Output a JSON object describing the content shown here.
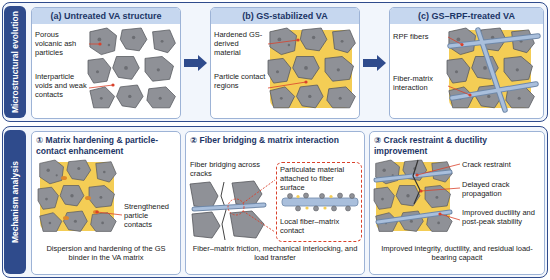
{
  "diagram": {
    "nodes": [
      {
        "text": [
          "Microstructural evolution"
        ]
      },
      {
        "text": [
          "(a) Untreated VA structure",
          "Porous volcanic ash particles",
          "Interparticle voids and weak contacts"
        ],
        "in": 0
      },
      {
        "text": [
          "(b) GS-stabilized VA",
          "Hardened GS-derived material",
          "Particle contact regions"
        ],
        "in": 0
      },
      {
        "text": [
          "(c) GS–RPF-treated VA",
          "RPF fibers",
          "Fiber-matrix interaction"
        ],
        "in": 0
      },
      {
        "text": [
          "Mechanism analysis"
        ]
      },
      {
        "text": [
          "① Matrix hardening & particle-contact enhancement",
          "Strengthened particle contacts",
          "Dispersion and hardening of the GS binder in the VA matrix"
        ],
        "in": 4
      },
      {
        "text": [
          "② Fiber bridging & matrix interaction",
          "Fiber bridging across cracks",
          "Fiber–matrix friction, mechanical interlocking, and load transfer"
        ],
        "in": 4
      },
      {
        "text": [
          "Particulate material attached to fiber surface",
          "Local fiber–matrix contact"
        ],
        "in": 6
      },
      {
        "text": [
          "③ Crack restraint & ductility improvement",
          "Crack restraint",
          "Delayed crack propagation",
          "Improved ductility and post-peak stability",
          "Improved integrity, ductility, and residual load-bearing capacit"
        ],
        "in": 4
      }
    ],
    "edges": [
      {
        "from": 1,
        "to": 2,
        "arrow": "to"
      },
      {
        "from": 2,
        "to": 3,
        "arrow": "to"
      }
    ]
  }
}
